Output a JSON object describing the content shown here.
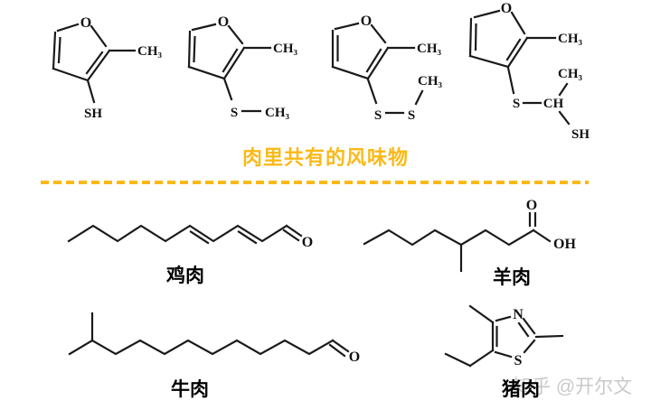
{
  "title": {
    "text": "肉里共有的风味物"
  },
  "colors": {
    "accent_yellow": "#FBB917",
    "bond_black": "#1a1a1a",
    "watermark_gray": "#c9c9c9"
  },
  "watermark": {
    "text": "知乎 @开尔文"
  },
  "furans": {
    "s1": {
      "o": "O",
      "ch3": "CH₃",
      "sh": "SH"
    },
    "s2": {
      "o": "O",
      "ch3": "CH₃",
      "s": "S",
      "sch3": "CH₃"
    },
    "s3": {
      "o": "O",
      "ch3": "CH₃",
      "sa": "S",
      "sb": "S",
      "sch3": "CH₃"
    },
    "s4": {
      "o": "O",
      "ch3": "CH₃",
      "s": "S",
      "ch": "CH",
      "chch3": "CH₃",
      "sh": "SH"
    }
  },
  "meats": {
    "chicken": {
      "label": "鸡肉",
      "o": "O"
    },
    "lamb": {
      "label": "羊肉",
      "o": "O",
      "oh": "OH"
    },
    "beef": {
      "label": "牛肉",
      "o": "O"
    },
    "pork": {
      "label": "猪肉",
      "n": "N",
      "s": "S"
    }
  }
}
